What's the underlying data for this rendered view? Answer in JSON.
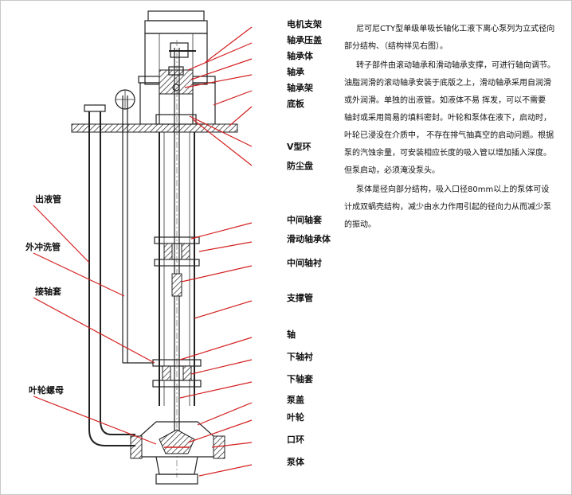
{
  "labels": {
    "motor_bracket": "电机支架",
    "bearing_gland": "轴承压盖",
    "bearing_body": "轴承体",
    "bearing": "轴承",
    "bearing_frame": "轴承架",
    "base_plate": "底板",
    "v_ring": "V型环",
    "dust_plate": "防尘盘",
    "outlet_pipe": "出液管",
    "external_flush_pipe": "外冲洗管",
    "shaft_coupling_sleeve": "接轴套",
    "middle_shaft_sleeve": "中间轴套",
    "sliding_bearing_body": "滑动轴承体",
    "middle_bushing": "中间轴衬",
    "support_pipe": "支撑管",
    "shaft": "轴",
    "lower_bushing": "下轴衬",
    "lower_shaft_sleeve": "下轴套",
    "pump_cover": "泵盖",
    "impeller": "叶轮",
    "mouth_ring": "口环",
    "pump_body": "泵体",
    "impeller_nut": "叶轮螺母"
  },
  "description": [
    "尼可尼CTY型单级单吸长轴化工液下离心泵列为立式径向部分结构、（结构祥见右图）。",
    "转子部件由滚动轴承和滑动轴承支撑，可进行轴向调节。 油脂润滑的滚动轴承安装于底版之上，滑动轴承采用自润滑或外润滑。单独的出液管。如液体不易 挥发，可以不需要 轴封或采用简易的填料密封。叶轮和泵体在液下，启动时，叶轮已浸没在介质中， 不存在排气抽真空的启动问题。根据泵的汽蚀余量，可安装相应长度的吸入管以增加插入深度。但泵启动，必须淹没泵头。",
    "泵体是径向部分结构，吸入口径80mm以上的泵体可设计成双蜗壳结构，减少由水力作用引起的径向力从而减少泵的振动。"
  ],
  "colors": {
    "leader_line": "#d42020",
    "drawing_line": "#222222"
  }
}
